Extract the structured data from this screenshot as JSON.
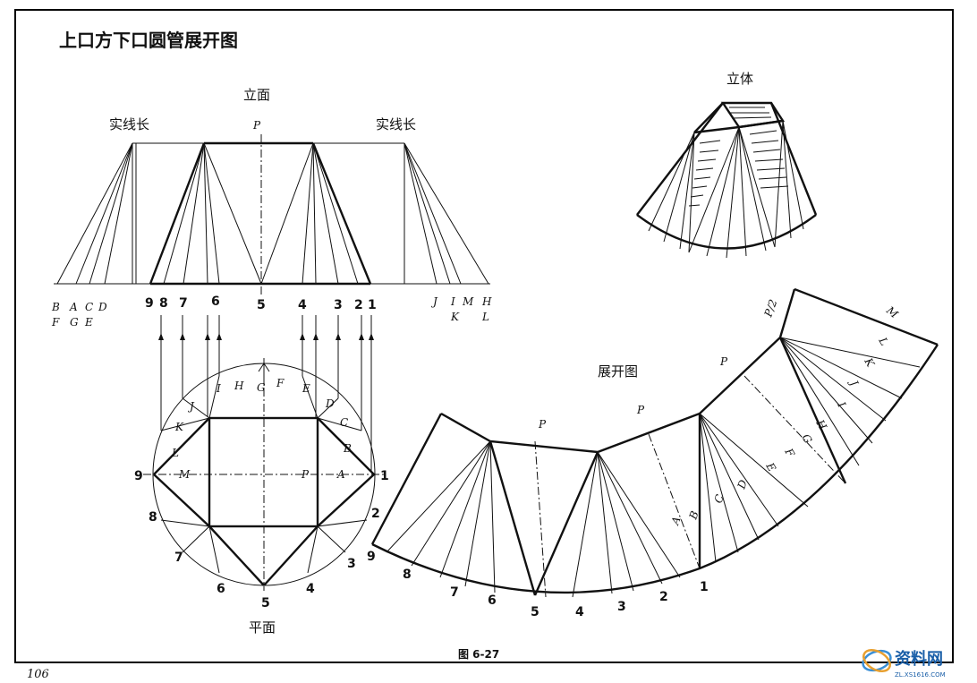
{
  "title": "上口方下口圆管展开图",
  "elevation_label": "立面",
  "true_length_left": "实线长",
  "true_length_right": "实线长",
  "plan_label": "平面",
  "solid_label": "立体",
  "development_label": "展开图",
  "figure_caption": "图 6-27",
  "page_number": "106",
  "watermark": {
    "text": "资料网",
    "sub": "ZL.XS1616.COM"
  },
  "labels": {
    "P": "P",
    "P2": "P/2",
    "M": "M",
    "A": "A",
    "B": "B",
    "C": "C",
    "D": "D",
    "E": "E",
    "F": "F",
    "G": "G",
    "H": "H",
    "I": "I",
    "J": "J",
    "K": "K",
    "L": "L",
    "n1": "1",
    "n2": "2",
    "n3": "3",
    "n4": "4",
    "n5": "5",
    "n6": "6",
    "n7": "7",
    "n8": "8",
    "n9": "9"
  }
}
